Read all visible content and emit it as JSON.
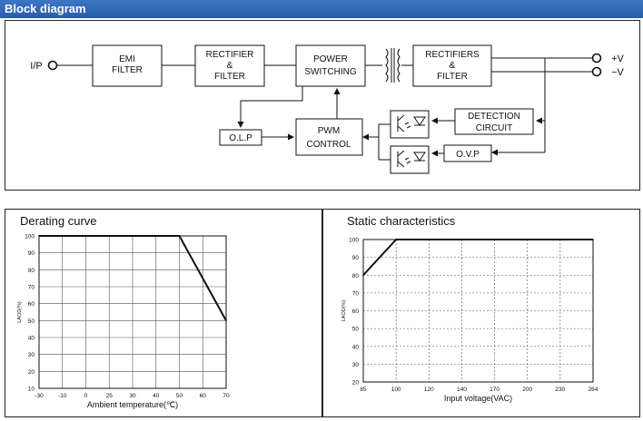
{
  "header": {
    "title": "Block diagram"
  },
  "block_diagram": {
    "input_label": "I/P",
    "blocks": {
      "emi": [
        "EMI",
        "FILTER"
      ],
      "rectifier": [
        "RECTIFIER",
        "&",
        "FILTER"
      ],
      "power": [
        "POWER",
        "SWITCHING"
      ],
      "rectifiers_out": [
        "RECTIFIERS",
        "&",
        "FILTER"
      ],
      "pwm": [
        "PWM",
        "CONTROL"
      ],
      "olp": [
        "O.L.P"
      ],
      "detection": [
        "DETECTION",
        "CIRCUIT"
      ],
      "ovp": [
        "O.V.P"
      ]
    },
    "outputs": [
      "+V",
      "−V"
    ]
  },
  "charts": [
    {
      "title": "Derating curve",
      "chart_data": {
        "type": "line",
        "title": "Derating curve",
        "xlabel": "Ambient  temperature(℃)",
        "ylabel": "LAOD(%)",
        "xticks": [
          "-30",
          "-10",
          "0",
          "25",
          "30",
          "40",
          "50",
          "60",
          "70"
        ],
        "yticks": [
          "10",
          "20",
          "30",
          "40",
          "50",
          "60",
          "70",
          "80",
          "90",
          "100"
        ],
        "ylim": [
          10,
          100
        ],
        "grid": true,
        "series": [
          {
            "x": [
              "-30",
              "50",
              "70"
            ],
            "values": [
              100,
              100,
              50
            ]
          }
        ]
      }
    },
    {
      "title": "Static characteristics",
      "chart_data": {
        "type": "line",
        "title": "Static characteristics",
        "xlabel": "Input voltage(VAC)",
        "ylabel": "LAOD(%)",
        "xticks": [
          "85",
          "100",
          "120",
          "140",
          "170",
          "200",
          "230",
          "264"
        ],
        "yticks": [
          "20",
          "30",
          "40",
          "50",
          "60",
          "70",
          "80",
          "90",
          "100"
        ],
        "ylim": [
          20,
          100
        ],
        "grid": true,
        "series": [
          {
            "x": [
              "85",
              "100",
              "264"
            ],
            "values": [
              80,
              100,
              100
            ]
          }
        ]
      }
    }
  ]
}
